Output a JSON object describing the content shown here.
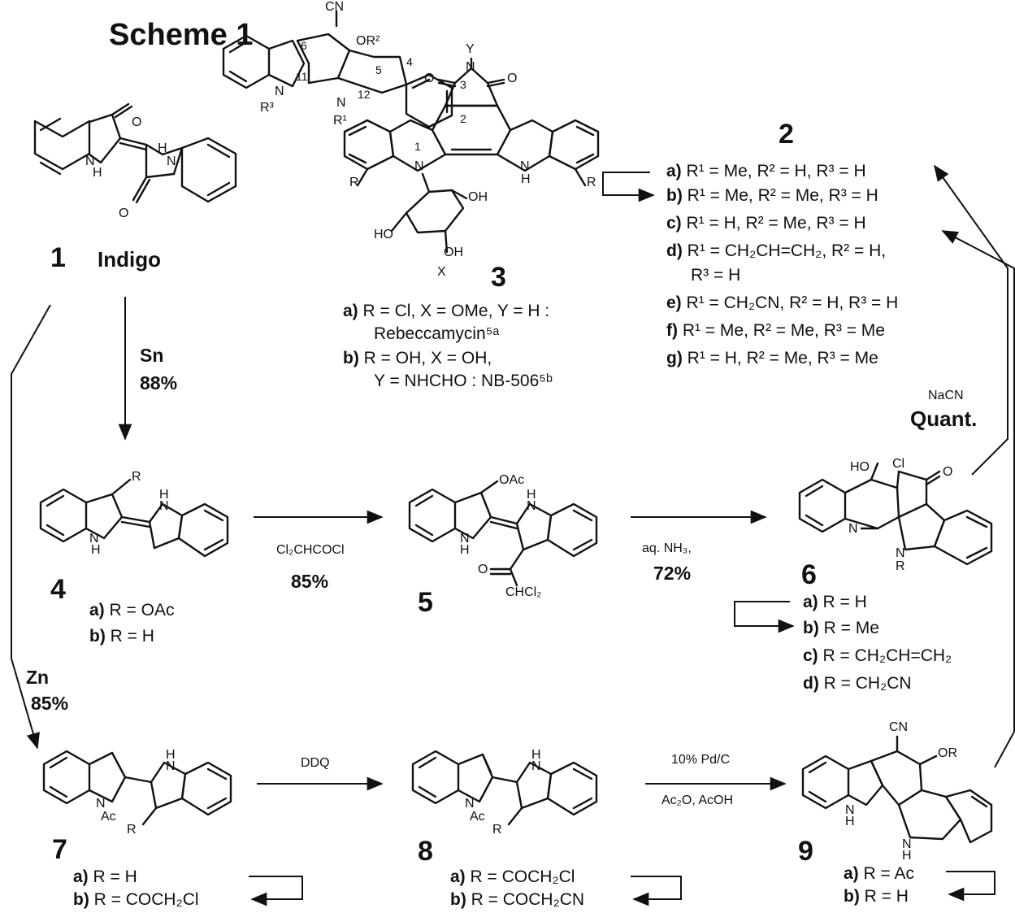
{
  "title": "Scheme 1",
  "compounds": {
    "c1": {
      "number": "1",
      "name": "Indigo"
    },
    "c2": {
      "number": "2",
      "variants": [
        {
          "key": "a)",
          "text": "R¹ = Me, R² = H,  R³ = H"
        },
        {
          "key": "b)",
          "text": "R¹ = Me, R² = Me,  R³ = H"
        },
        {
          "key": "c)",
          "text": "R¹ = H, R² = Me,  R³ = H"
        },
        {
          "key": "d)",
          "text": "R¹ = CH₂CH=CH₂, R² = H,"
        },
        {
          "key": "",
          "text": "R³ = H"
        },
        {
          "key": "e)",
          "text": "R¹ = CH₂CN, R² = H,  R³ = H"
        },
        {
          "key": "f)",
          "text": "R¹ = Me, R² = Me,  R³ = Me"
        },
        {
          "key": "g)",
          "text": "R¹ = H, R² = Me,  R³ = Me"
        }
      ]
    },
    "c3": {
      "number": "3",
      "variants": [
        {
          "key": "a)",
          "text": "R = Cl, X = OMe, Y = H :"
        },
        {
          "key": "",
          "text": "Rebeccamycin⁵ᵃ"
        },
        {
          "key": "b)",
          "text": "R = OH, X = OH,"
        },
        {
          "key": "",
          "text": "Y = NHCHO :  NB-506⁵ᵇ"
        }
      ]
    },
    "c4": {
      "number": "4",
      "variants": [
        {
          "key": "a)",
          "text": "R = OAc"
        },
        {
          "key": "b)",
          "text": "R = H"
        }
      ]
    },
    "c5": {
      "number": "5"
    },
    "c6": {
      "number": "6",
      "variants": [
        {
          "key": "a)",
          "text": "R = H"
        },
        {
          "key": "b)",
          "text": "R = Me"
        },
        {
          "key": "c)",
          "text": "R = CH₂CH=CH₂"
        },
        {
          "key": "d)",
          "text": "R = CH₂CN"
        }
      ]
    },
    "c7": {
      "number": "7",
      "variants": [
        {
          "key": "a)",
          "text": "R = H"
        },
        {
          "key": "b)",
          "text": "R = COCH₂Cl"
        }
      ]
    },
    "c8": {
      "number": "8",
      "variants": [
        {
          "key": "a)",
          "text": "R = COCH₂Cl"
        },
        {
          "key": "b)",
          "text": "R = COCH₂CN"
        }
      ]
    },
    "c9": {
      "number": "9",
      "variants": [
        {
          "key": "a)",
          "text": "R = Ac"
        },
        {
          "key": "b)",
          "text": "R = H"
        }
      ]
    }
  },
  "reagents": {
    "sn": {
      "reagent": "Sn",
      "yield": "88%"
    },
    "zn": {
      "reagent": "Zn",
      "yield": "85%"
    },
    "acyl": {
      "reagent": "Cl₂CHCOCl",
      "yield": "85%"
    },
    "nh3": {
      "reagent": "aq. NH₃,",
      "yield": "72%"
    },
    "nacn": {
      "reagent": "NaCN",
      "yield": "Quant."
    },
    "ddq": {
      "reagent": "DDQ"
    },
    "pd": {
      "reagent": "10% Pd/C",
      "reagent2": "Ac₂O, AcOH"
    }
  },
  "atom_labels": {
    "O": "O",
    "N": "N",
    "H": "H",
    "NH": "N",
    "R": "R",
    "Y": "Y",
    "OH": "OH",
    "HO": "HO",
    "X": "X",
    "OAc": "OAc",
    "CHCl2": "CHCl₂",
    "Cl": "Cl",
    "CN": "CN",
    "OR2": "OR²",
    "OR": "OR",
    "Ac": "Ac",
    "R1": "R¹",
    "R3": "R³",
    "n1": "1",
    "n2": "2",
    "n3": "3",
    "n4": "4",
    "n5": "5",
    "n6": "6",
    "n11": "11",
    "n12": "12"
  }
}
